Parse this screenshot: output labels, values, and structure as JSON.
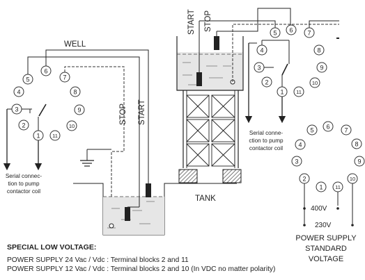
{
  "labels": {
    "well": "WELL",
    "tank": "TANK",
    "stop": "STOP",
    "start": "START"
  },
  "terminals": [
    "1",
    "2",
    "3",
    "4",
    "5",
    "6",
    "7",
    "8",
    "9",
    "10",
    "11"
  ],
  "serial_left": [
    "Serial connec-",
    "tion to pump",
    "contactor coil"
  ],
  "serial_mid": [
    "Serial conne-",
    "ction to pump",
    "contactor coil"
  ],
  "power_supply": {
    "v400": "400V",
    "v230": "230V",
    "title_lines": [
      "POWER SUPPLY",
      "STANDARD",
      "VOLTAGE"
    ]
  },
  "notes": {
    "title": "SPECIAL LOW VOLTAGE:",
    "lines": [
      "POWER SUPPLY 24 Vac / Vdc : Terminal blocks 2 and 11",
      "POWER SUPPLY 12 Vac / Vdc : Terminal blocks 2 and 10 (In VDC no matter polarity)"
    ]
  }
}
